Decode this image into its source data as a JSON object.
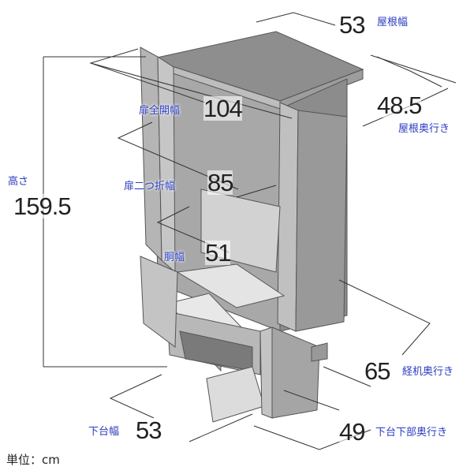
{
  "dimensions": {
    "roof_width": {
      "value": "53",
      "label": "屋根幅"
    },
    "roof_depth": {
      "value": "48.5",
      "label": "屋根奥行き"
    },
    "door_open_width": {
      "value": "104",
      "label": "扉全開幅"
    },
    "door_folded_width": {
      "value": "85",
      "label": "扉二つ折幅"
    },
    "body_width": {
      "value": "51",
      "label": "胴幅"
    },
    "height": {
      "value": "159.5",
      "label": "高さ"
    },
    "desk_depth": {
      "value": "65",
      "label": "経机奥行き"
    },
    "base_width": {
      "value": "53",
      "label": "下台幅"
    },
    "base_lower_depth": {
      "value": "49",
      "label": "下台下部奥行き"
    }
  },
  "unit": "単位：cm",
  "colors": {
    "label": "#2a3cc0",
    "cabinet": "#9a9a9a",
    "line": "#333333"
  }
}
